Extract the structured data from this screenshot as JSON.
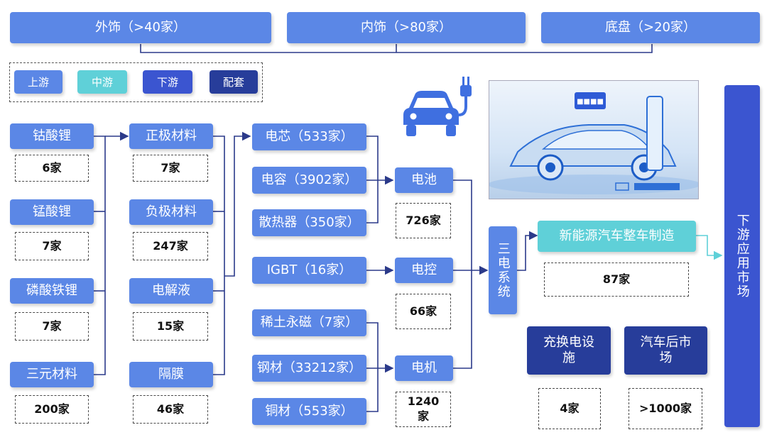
{
  "top": [
    {
      "label": "外饰（>40家）"
    },
    {
      "label": "内饰（>80家）"
    },
    {
      "label": "底盘（>20家）"
    }
  ],
  "legend": [
    "上游",
    "中游",
    "下游",
    "配套"
  ],
  "upstream_materials": [
    {
      "name": "钴酸锂",
      "count": "6家"
    },
    {
      "name": "锰酸锂",
      "count": "7家"
    },
    {
      "name": "磷酸铁锂",
      "count": "7家"
    },
    {
      "name": "三元材料",
      "count": "200家"
    }
  ],
  "battery_materials": [
    {
      "name": "正极材料",
      "count": "7家"
    },
    {
      "name": "负极材料",
      "count": "247家"
    },
    {
      "name": "电解液",
      "count": "15家"
    },
    {
      "name": "隔膜",
      "count": "46家"
    }
  ],
  "components": [
    "电芯（533家）",
    "电容（3902家）",
    "散热器（350家）",
    "IGBT（16家）",
    "稀土永磁（7家）",
    "钢材（33212家）",
    "铜材（553家）"
  ],
  "three_electric": [
    {
      "name": "电池",
      "count": "726家"
    },
    {
      "name": "电控",
      "count": "66家"
    },
    {
      "name": "电机",
      "count": "1240家"
    }
  ],
  "three_system": "三电系统",
  "nev": {
    "name": "新能源汽车整车制造",
    "count": "87家"
  },
  "support": [
    {
      "name": "充换电设施",
      "count": "4家"
    },
    {
      "name": "汽车后市场",
      "count": ">1000家"
    }
  ],
  "downstream": "下游应用市场",
  "charger_screen": "■■■■",
  "colors": {
    "upstream": "#5b87e6",
    "midstream": "#5fd0d8",
    "downstream": "#3b55d0",
    "support": "#273d9a"
  },
  "icons": [
    "car-plug-icon",
    "car-illustration"
  ]
}
